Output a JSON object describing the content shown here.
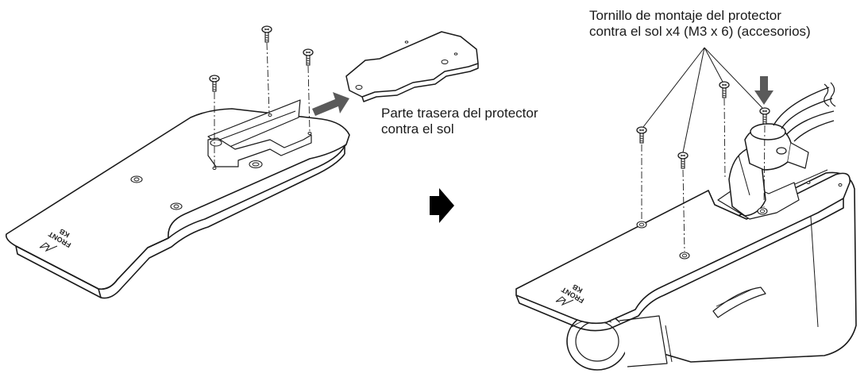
{
  "labels": {
    "sunshield_rear_line1": "Parte trasera del protector",
    "sunshield_rear_line2": "contra el sol",
    "screw_line1": "Tornillo de montaje del protector",
    "screw_line2": "contra el sol x4 (M3 x 6) (accesorios)"
  },
  "markings": {
    "front": "FRONT",
    "code": "KB"
  },
  "colors": {
    "line": "#1a1a1a",
    "arrow": "#5a5a5a",
    "step_arrow": "#000000"
  }
}
